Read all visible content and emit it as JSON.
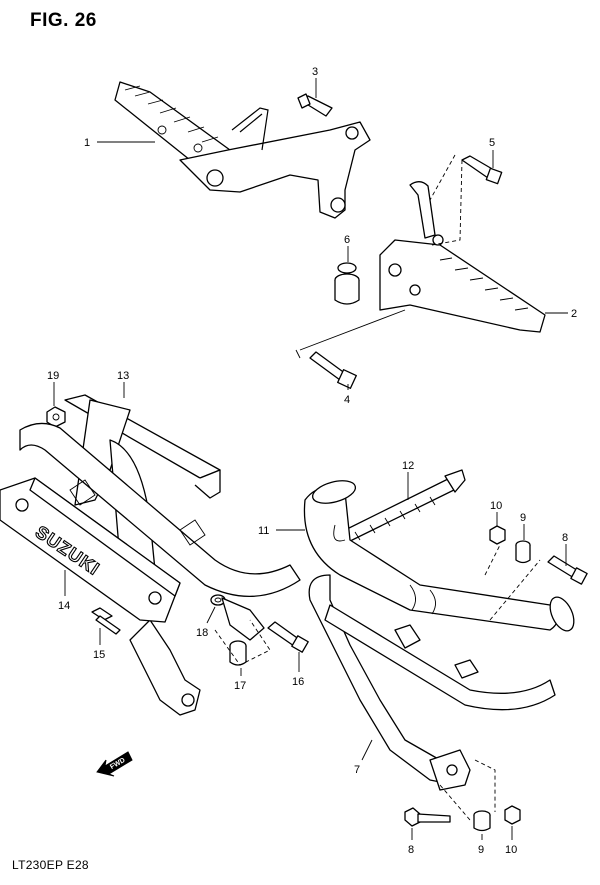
{
  "figure": {
    "title": "FIG. 26",
    "code": "LT230EP  E28",
    "emblem_text": "SUZUKI",
    "direction_label": "FWD"
  },
  "callouts": [
    {
      "id": "c1",
      "label": "1"
    },
    {
      "id": "c2",
      "label": "2"
    },
    {
      "id": "c3",
      "label": "3"
    },
    {
      "id": "c4",
      "label": "4"
    },
    {
      "id": "c5",
      "label": "5"
    },
    {
      "id": "c6",
      "label": "6"
    },
    {
      "id": "c7",
      "label": "7"
    },
    {
      "id": "c8a",
      "label": "8"
    },
    {
      "id": "c8b",
      "label": "8"
    },
    {
      "id": "c9a",
      "label": "9"
    },
    {
      "id": "c9b",
      "label": "9"
    },
    {
      "id": "c10a",
      "label": "10"
    },
    {
      "id": "c10b",
      "label": "10"
    },
    {
      "id": "c11",
      "label": "11"
    },
    {
      "id": "c12",
      "label": "12"
    },
    {
      "id": "c13",
      "label": "13"
    },
    {
      "id": "c14",
      "label": "14"
    },
    {
      "id": "c15",
      "label": "15"
    },
    {
      "id": "c16",
      "label": "16"
    },
    {
      "id": "c17",
      "label": "17"
    },
    {
      "id": "c18",
      "label": "18"
    },
    {
      "id": "c19",
      "label": "19"
    }
  ],
  "icons": {
    "direction_arrow": "arrow-icon"
  }
}
